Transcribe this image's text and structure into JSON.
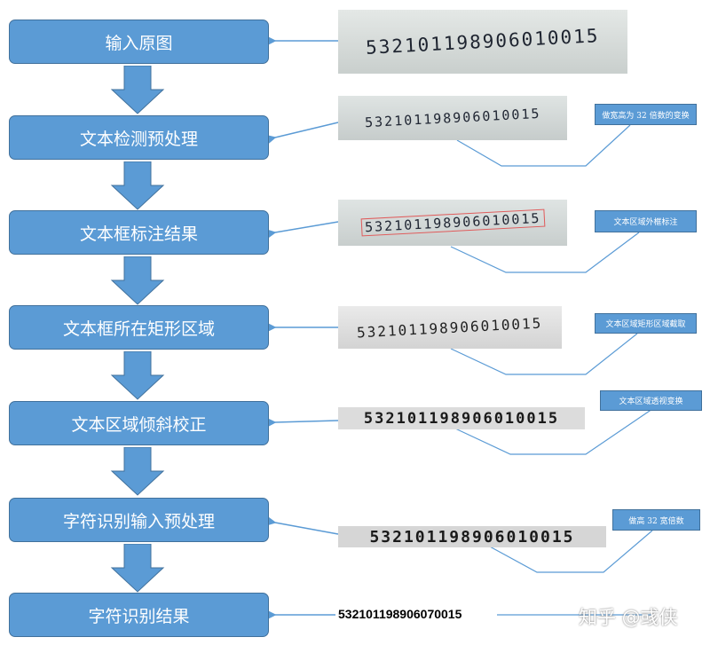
{
  "steps": [
    {
      "label": "输入原图"
    },
    {
      "label": "文本检测预处理"
    },
    {
      "label": "文本框标注结果"
    },
    {
      "label": "文本框所在矩形区域"
    },
    {
      "label": "文本区域倾斜校正"
    },
    {
      "label": "字符识别输入预处理"
    },
    {
      "label": "字符识别结果"
    }
  ],
  "samples": [
    {
      "text": "532101198906010015"
    },
    {
      "text": "532101198906010015"
    },
    {
      "text": "532101198906010015"
    },
    {
      "text": "532101198906010015"
    },
    {
      "text": "532101198906010015"
    },
    {
      "text": "532101198906010015"
    }
  ],
  "notes": [
    {
      "text": "做宽高为 32 倍数的变换"
    },
    {
      "text": "文本区域外框标注"
    },
    {
      "text": "文本区域矩形区域截取"
    },
    {
      "text": "文本区域透视变换"
    },
    {
      "text": "做高 32 宽倍数"
    }
  ],
  "result": {
    "text": "532101198906070015"
  },
  "watermark": {
    "text": "知乎 @彧侠"
  },
  "colors": {
    "box_fill": "#5b9bd5",
    "box_border": "#41719c",
    "connector": "#5b9bd5",
    "highlight": "#e05a5a"
  }
}
